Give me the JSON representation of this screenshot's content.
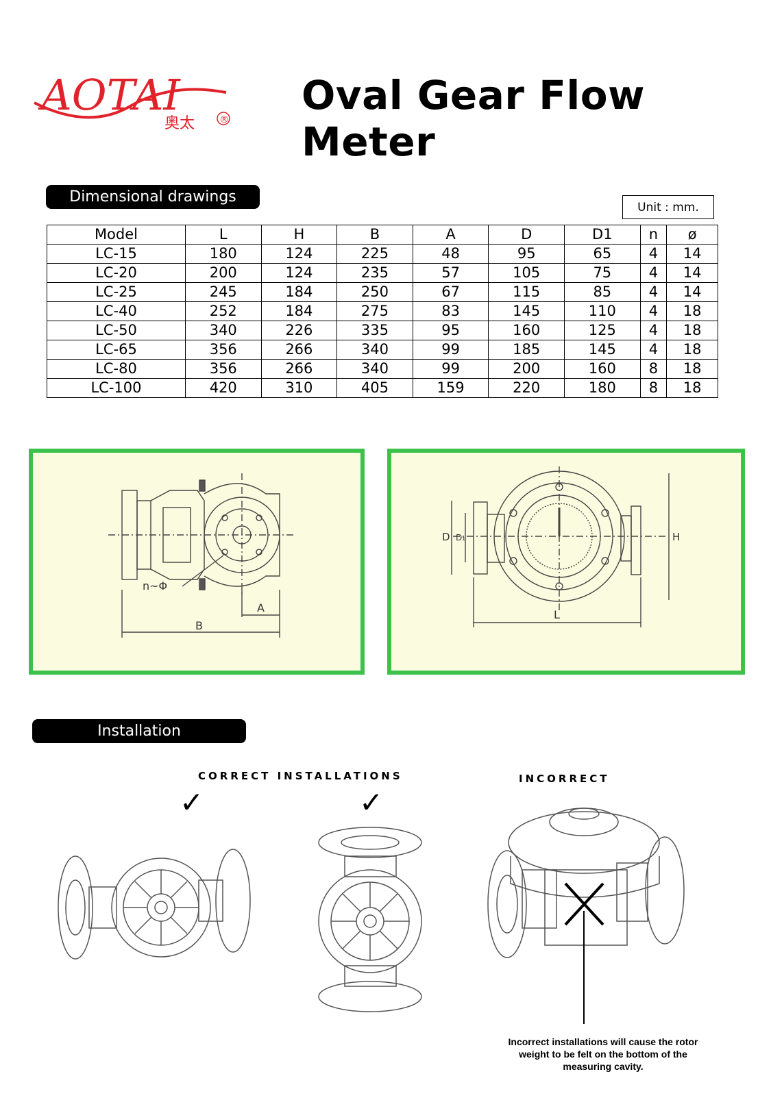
{
  "brand": {
    "name": "AOTAI",
    "chinese": "奥太",
    "registered": "®",
    "color": "#e0222a"
  },
  "title": "Oval Gear Flow Meter",
  "dimensional": {
    "heading": "Dimensional drawings",
    "unit": "Unit : mm.",
    "columns": [
      "Model",
      "L",
      "H",
      "B",
      "A",
      "D",
      "D1",
      "n",
      "ø"
    ],
    "rows": [
      [
        "LC-15",
        "180",
        "124",
        "225",
        "48",
        "95",
        "65",
        "4",
        "14"
      ],
      [
        "LC-20",
        "200",
        "124",
        "235",
        "57",
        "105",
        "75",
        "4",
        "14"
      ],
      [
        "LC-25",
        "245",
        "184",
        "250",
        "67",
        "115",
        "85",
        "4",
        "14"
      ],
      [
        "LC-40",
        "252",
        "184",
        "275",
        "83",
        "145",
        "110",
        "4",
        "18"
      ],
      [
        "LC-50",
        "340",
        "226",
        "335",
        "95",
        "160",
        "125",
        "4",
        "18"
      ],
      [
        "LC-65",
        "356",
        "266",
        "340",
        "99",
        "185",
        "145",
        "4",
        "18"
      ],
      [
        "LC-80",
        "356",
        "266",
        "340",
        "99",
        "200",
        "160",
        "8",
        "18"
      ],
      [
        "LC-100",
        "420",
        "310",
        "405",
        "159",
        "220",
        "180",
        "8",
        "18"
      ]
    ],
    "drawing_labels": {
      "bolt": "n~Φ",
      "a": "A",
      "b": "B",
      "d": "D",
      "d1": "D₁",
      "h": "H",
      "l": "L"
    },
    "panel_border_color": "#3cc24a"
  },
  "installation": {
    "heading": "Installation",
    "correct_label": "CORRECT INSTALLATIONS",
    "incorrect_label": "INCORRECT",
    "check_mark": "✓",
    "note": "Incorrect installations will cause the rotor weight to be felt on the bottom of the measuring cavity."
  }
}
